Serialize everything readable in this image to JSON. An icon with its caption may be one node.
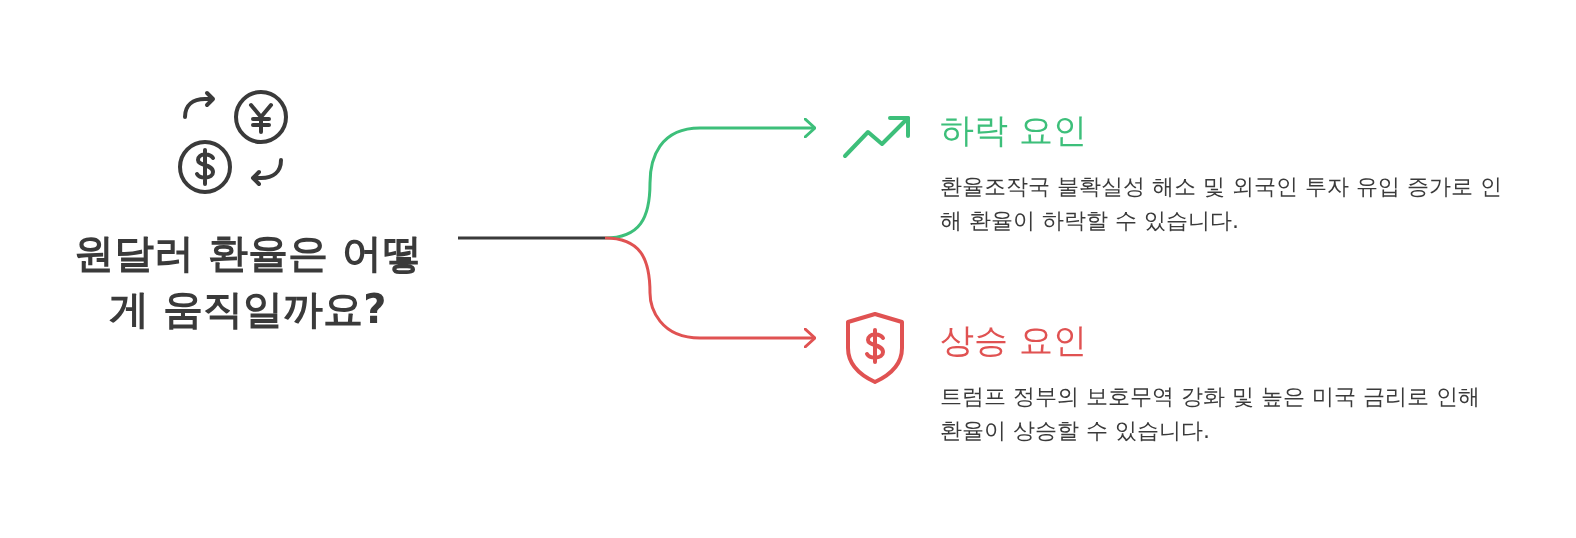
{
  "diagram": {
    "nodes": [
      {
        "text": [
          "원달러 환율은 어떻게 움직일까요?"
        ]
      },
      {
        "text": [
          "하락 요인",
          "환율조작국 불확실성 해소 및 외국인 투자 유입 증가로 인해 환율이 하락할 수 있습니다."
        ]
      },
      {
        "text": [
          "상승 요인",
          "트럼프 정부의 보호무역 강화 및 높은 미국 금리로 인해 환율이 상승할 수 있습니다."
        ]
      }
    ],
    "edges": [
      {
        "from": 0,
        "to": 1,
        "arrow": "to",
        "color": "#3dbf7a"
      },
      {
        "from": 0,
        "to": 2,
        "arrow": "to",
        "color": "#e05252"
      }
    ]
  }
}
